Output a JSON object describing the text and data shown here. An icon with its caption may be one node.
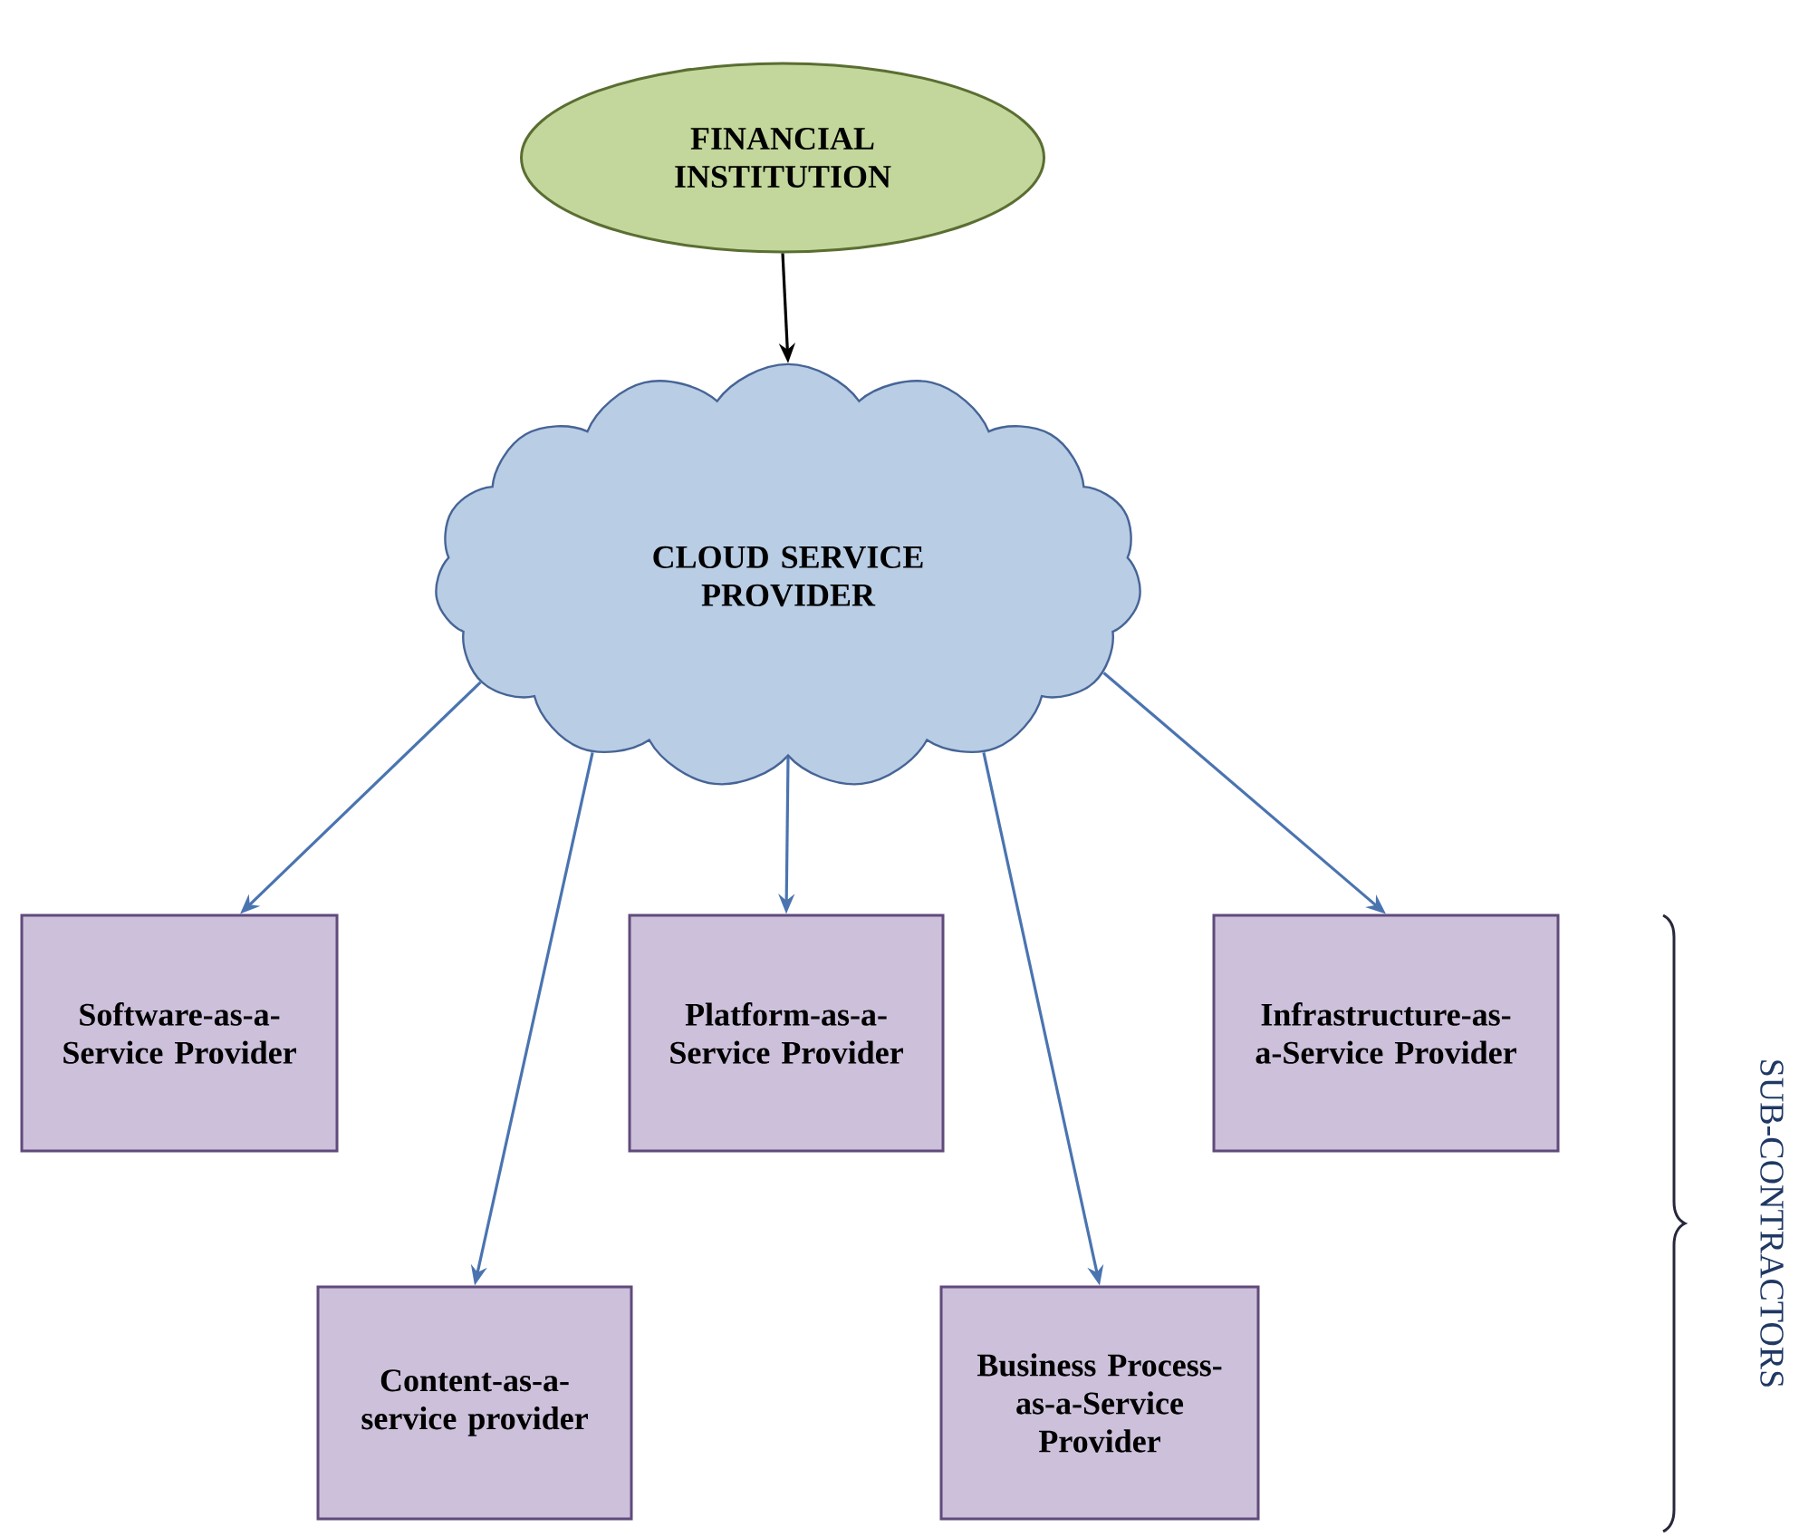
{
  "diagram": {
    "nodes": [
      {
        "text": [
          "FINANCIAL INSTITUTION"
        ]
      },
      {
        "text": [
          "CLOUD SERVICE PROVIDER"
        ]
      },
      {
        "text": [
          "Software-as-a-Service Provider"
        ]
      },
      {
        "text": [
          "Platform-as-a-Service Provider"
        ]
      },
      {
        "text": [
          "Infrastructure-as-a-Service Provider"
        ]
      },
      {
        "text": [
          "Content-as-a-service provider"
        ]
      },
      {
        "text": [
          "Business Process-as-a-Service Provider"
        ]
      }
    ],
    "edges": [
      {
        "from": 0,
        "to": 1,
        "arrow": "to",
        "color": "#000000"
      },
      {
        "from": 1,
        "to": 2,
        "arrow": "to"
      },
      {
        "from": 1,
        "to": 5,
        "arrow": "to"
      },
      {
        "from": 1,
        "to": 3,
        "arrow": "to"
      },
      {
        "from": 1,
        "to": 6,
        "arrow": "to"
      },
      {
        "from": 1,
        "to": 4,
        "arrow": "to"
      }
    ],
    "labels": [
      "SUB-CONTRACTORS"
    ]
  }
}
